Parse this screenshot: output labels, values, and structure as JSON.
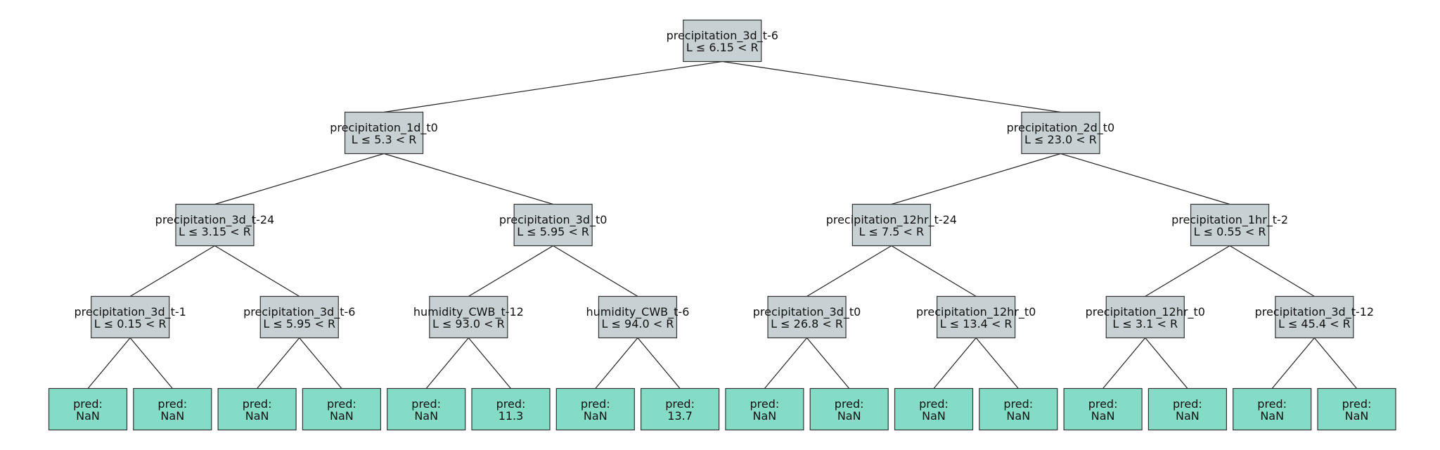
{
  "colors": {
    "split_fill": "#c7d1d3",
    "leaf_fill": "#84dcc6",
    "border": "#333333",
    "edge": "#222222"
  },
  "nodes": [
    {
      "id": "n0",
      "type": "split",
      "feature": "precipitation_3d_t-6",
      "rule": "L ≤ 6.15 < R"
    },
    {
      "id": "n1",
      "type": "split",
      "feature": "precipitation_1d_t0",
      "rule": "L ≤ 5.3 < R"
    },
    {
      "id": "n2",
      "type": "split",
      "feature": "precipitation_2d_t0",
      "rule": "L ≤ 23.0 < R"
    },
    {
      "id": "n3",
      "type": "split",
      "feature": "precipitation_3d_t-24",
      "rule": "L ≤ 3.15 < R"
    },
    {
      "id": "n4",
      "type": "split",
      "feature": "precipitation_3d_t0",
      "rule": "L ≤ 5.95 < R"
    },
    {
      "id": "n5",
      "type": "split",
      "feature": "precipitation_12hr_t-24",
      "rule": "L ≤ 7.5 < R"
    },
    {
      "id": "n6",
      "type": "split",
      "feature": "precipitation_1hr_t-2",
      "rule": "L ≤ 0.55 < R"
    },
    {
      "id": "n7",
      "type": "split",
      "feature": "precipitation_3d_t-1",
      "rule": "L ≤ 0.15 < R"
    },
    {
      "id": "n8",
      "type": "split",
      "feature": "precipitation_3d_t-6",
      "rule": "L ≤ 5.95 < R"
    },
    {
      "id": "n9",
      "type": "split",
      "feature": "humidity_CWB_t-12",
      "rule": "L ≤ 93.0 < R"
    },
    {
      "id": "n10",
      "type": "split",
      "feature": "humidity_CWB_t-6",
      "rule": "L ≤ 94.0 < R"
    },
    {
      "id": "n11",
      "type": "split",
      "feature": "precipitation_3d_t0",
      "rule": "L ≤ 26.8 < R"
    },
    {
      "id": "n12",
      "type": "split",
      "feature": "precipitation_12hr_t0",
      "rule": "L ≤ 13.4 < R"
    },
    {
      "id": "n13",
      "type": "split",
      "feature": "precipitation_12hr_t0",
      "rule": "L ≤ 3.1 < R"
    },
    {
      "id": "n14",
      "type": "split",
      "feature": "precipitation_3d_t-12",
      "rule": "L ≤ 45.4 < R"
    },
    {
      "id": "l0",
      "type": "leaf",
      "label": "pred:",
      "value": "NaN"
    },
    {
      "id": "l1",
      "type": "leaf",
      "label": "pred:",
      "value": "NaN"
    },
    {
      "id": "l2",
      "type": "leaf",
      "label": "pred:",
      "value": "NaN"
    },
    {
      "id": "l3",
      "type": "leaf",
      "label": "pred:",
      "value": "NaN"
    },
    {
      "id": "l4",
      "type": "leaf",
      "label": "pred:",
      "value": "NaN"
    },
    {
      "id": "l5",
      "type": "leaf",
      "label": "pred:",
      "value": "11.3"
    },
    {
      "id": "l6",
      "type": "leaf",
      "label": "pred:",
      "value": "NaN"
    },
    {
      "id": "l7",
      "type": "leaf",
      "label": "pred:",
      "value": "13.7"
    },
    {
      "id": "l8",
      "type": "leaf",
      "label": "pred:",
      "value": "NaN"
    },
    {
      "id": "l9",
      "type": "leaf",
      "label": "pred:",
      "value": "NaN"
    },
    {
      "id": "l10",
      "type": "leaf",
      "label": "pred:",
      "value": "NaN"
    },
    {
      "id": "l11",
      "type": "leaf",
      "label": "pred:",
      "value": "NaN"
    },
    {
      "id": "l12",
      "type": "leaf",
      "label": "pred:",
      "value": "NaN"
    },
    {
      "id": "l13",
      "type": "leaf",
      "label": "pred:",
      "value": "NaN"
    },
    {
      "id": "l14",
      "type": "leaf",
      "label": "pred:",
      "value": "NaN"
    },
    {
      "id": "l15",
      "type": "leaf",
      "label": "pred:",
      "value": "NaN"
    }
  ],
  "edges": [
    [
      "n0",
      "n1"
    ],
    [
      "n0",
      "n2"
    ],
    [
      "n1",
      "n3"
    ],
    [
      "n1",
      "n4"
    ],
    [
      "n2",
      "n5"
    ],
    [
      "n2",
      "n6"
    ],
    [
      "n3",
      "n7"
    ],
    [
      "n3",
      "n8"
    ],
    [
      "n4",
      "n9"
    ],
    [
      "n4",
      "n10"
    ],
    [
      "n5",
      "n11"
    ],
    [
      "n5",
      "n12"
    ],
    [
      "n6",
      "n13"
    ],
    [
      "n6",
      "n14"
    ],
    [
      "n7",
      "l0"
    ],
    [
      "n7",
      "l1"
    ],
    [
      "n8",
      "l2"
    ],
    [
      "n8",
      "l3"
    ],
    [
      "n9",
      "l4"
    ],
    [
      "n9",
      "l5"
    ],
    [
      "n10",
      "l6"
    ],
    [
      "n10",
      "l7"
    ],
    [
      "n11",
      "l8"
    ],
    [
      "n11",
      "l9"
    ],
    [
      "n12",
      "l10"
    ],
    [
      "n12",
      "l11"
    ],
    [
      "n13",
      "l12"
    ],
    [
      "n13",
      "l13"
    ],
    [
      "n14",
      "l14"
    ],
    [
      "n14",
      "l15"
    ]
  ]
}
